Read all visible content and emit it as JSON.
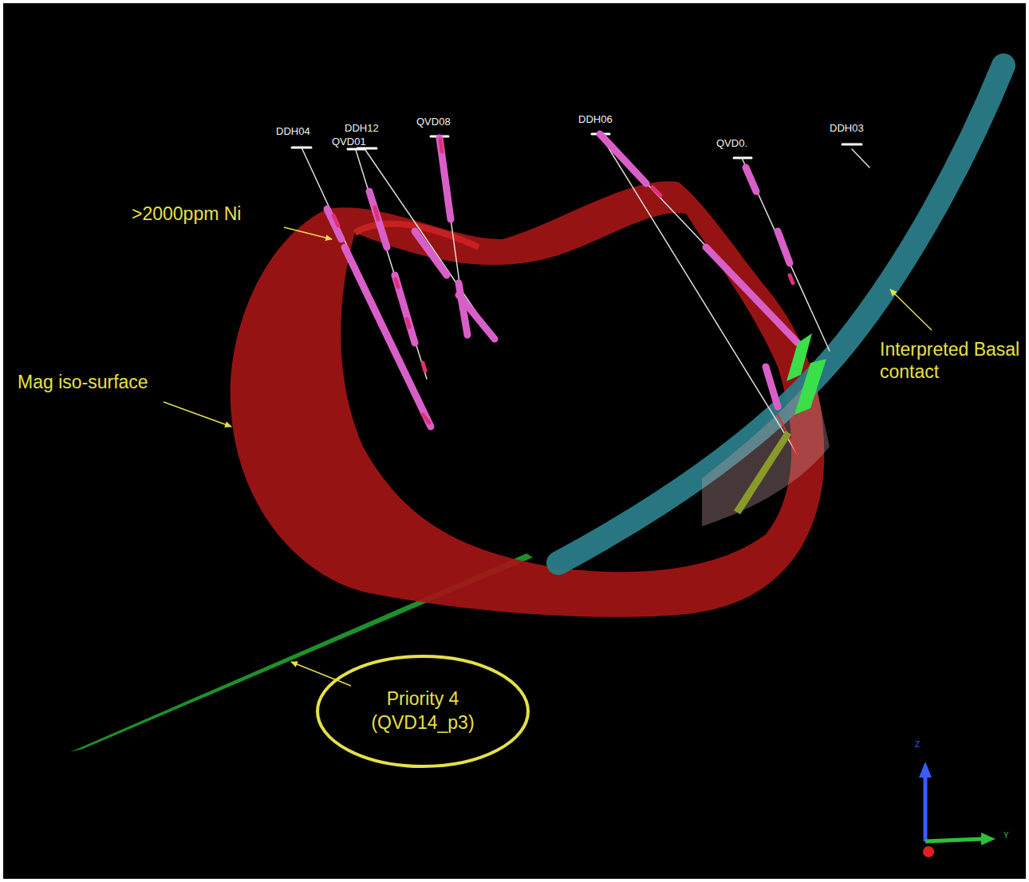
{
  "diagram": {
    "nodes": [
      {
        "text": [
          "Priority 4 (QVD14_p3)"
        ]
      }
    ],
    "labels": [
      "DDH04",
      "QVD01",
      "DDH12",
      "QVD08",
      "DDH06",
      "QVD0.",
      "DDH03",
      ">2000ppm Ni",
      "Mag iso-surface",
      "Interpreted Basal contact",
      "Z",
      "Y"
    ]
  }
}
